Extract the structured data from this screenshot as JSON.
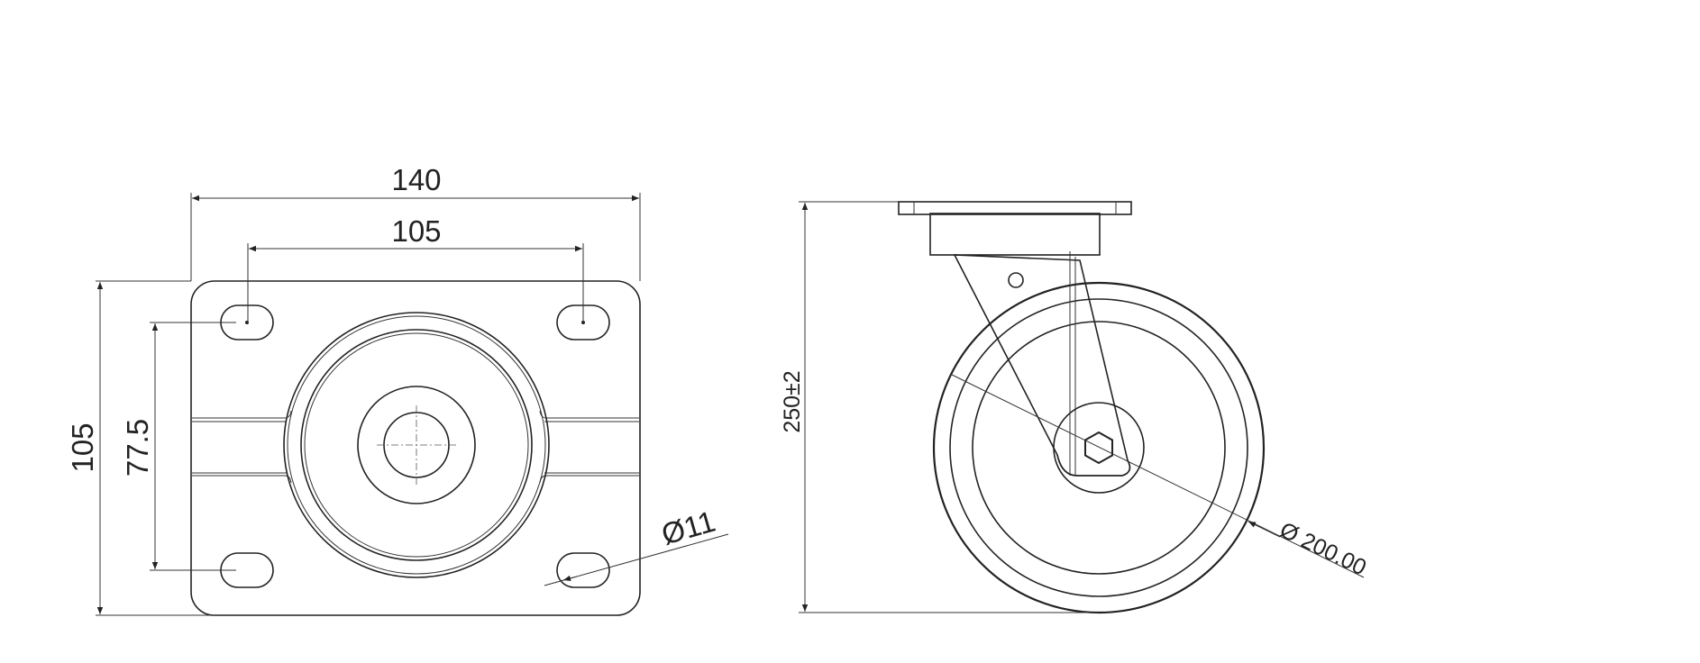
{
  "drawing": {
    "top_view": {
      "overall_width": "140",
      "hole_spacing_x": "105",
      "overall_height": "105",
      "hole_spacing_y": "77.5",
      "hole_diameter": "Ø11"
    },
    "side_view": {
      "overall_height": "250±2",
      "wheel_diameter": "Ø 200.00"
    }
  }
}
